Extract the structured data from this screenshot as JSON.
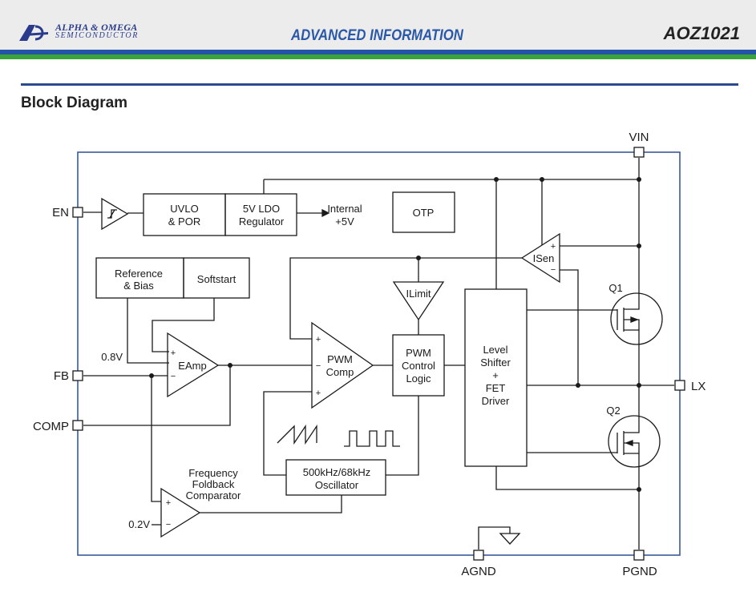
{
  "header": {
    "logo_line1": "ALPHA & OMEGA",
    "logo_line2": "SEMICONDUCTOR",
    "center_title": "ADVANCED INFORMATION",
    "part_number": "AOZ1021"
  },
  "section_title": "Block Diagram",
  "pins": {
    "vin": "VIN",
    "en": "EN",
    "fb": "FB",
    "comp": "COMP",
    "lx": "LX",
    "agnd": "AGND",
    "pgnd": "PGND"
  },
  "blocks": {
    "uvlo_l1": "UVLO",
    "uvlo_l2": "& POR",
    "ldo_l1": "5V LDO",
    "ldo_l2": "Regulator",
    "internal_l1": "Internal",
    "internal_l2": "+5V",
    "otp": "OTP",
    "ref_l1": "Reference",
    "ref_l2": "& Bias",
    "softstart": "Softstart",
    "eamp": "EAmp",
    "pwm_l1": "PWM",
    "pwm_l2": "Comp",
    "ilimit": "ILimit",
    "pwm_ctrl_l1": "PWM",
    "pwm_ctrl_l2": "Control",
    "pwm_ctrl_l3": "Logic",
    "ls_l1": "Level",
    "ls_l2": "Shifter",
    "ls_l3": "+",
    "ls_l4": "FET",
    "ls_l5": "Driver",
    "isen": "ISen",
    "q1": "Q1",
    "q2": "Q2",
    "osc_l1": "500kHz/68kHz",
    "osc_l2": "Oscillator",
    "freq_l1": "Frequency",
    "freq_l2": "Foldback",
    "freq_l3": "Comparator",
    "ref_08": "0.8V",
    "ref_02": "0.2V",
    "plus": "+",
    "minus": "−"
  }
}
